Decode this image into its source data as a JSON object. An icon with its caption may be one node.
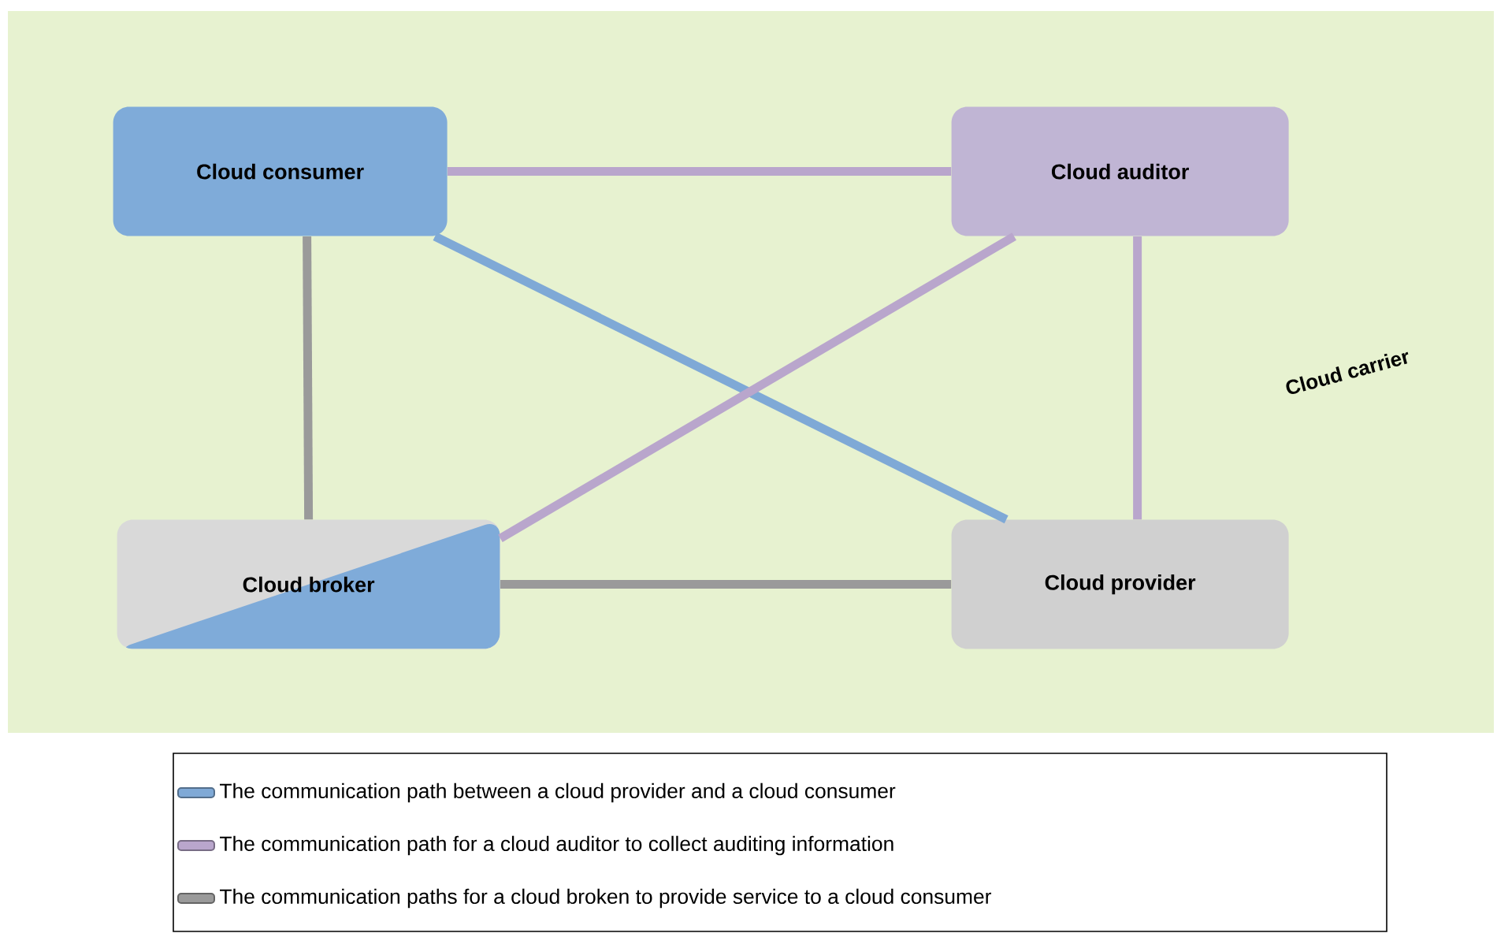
{
  "diagram": {
    "nodes": [
      {
        "text": [
          "Cloud carrier"
        ]
      },
      {
        "text": [
          "Cloud consumer"
        ],
        "in": 0
      },
      {
        "text": [
          "Cloud auditor"
        ],
        "in": 0
      },
      {
        "text": [
          "Cloud broker"
        ],
        "in": 0
      },
      {
        "text": [
          "Cloud provider"
        ],
        "in": 0
      }
    ],
    "edges": [
      {
        "from": 1,
        "to": 2,
        "arrow": "none",
        "color": "#b9a6cc"
      },
      {
        "from": 1,
        "to": 3,
        "arrow": "none",
        "color": "#9a9a9a"
      },
      {
        "from": 1,
        "to": 4,
        "arrow": "none",
        "color": "#7fa9d6"
      },
      {
        "from": 2,
        "to": 3,
        "arrow": "none",
        "color": "#b9a6cc"
      },
      {
        "from": 2,
        "to": 4,
        "arrow": "none",
        "color": "#b9a6cc"
      },
      {
        "from": 3,
        "to": 4,
        "arrow": "none",
        "color": "#9a9a9a"
      }
    ],
    "legend": [
      {
        "text": "The communication path between a cloud provider and a cloud consumer",
        "color": "#7fa9d6"
      },
      {
        "text": "The communication path for a cloud auditor to collect auditing information",
        "color": "#b9a6cc"
      },
      {
        "text": "The communication paths for a cloud broken to provide service to a cloud consumer",
        "color": "#9a9a9a"
      }
    ]
  }
}
